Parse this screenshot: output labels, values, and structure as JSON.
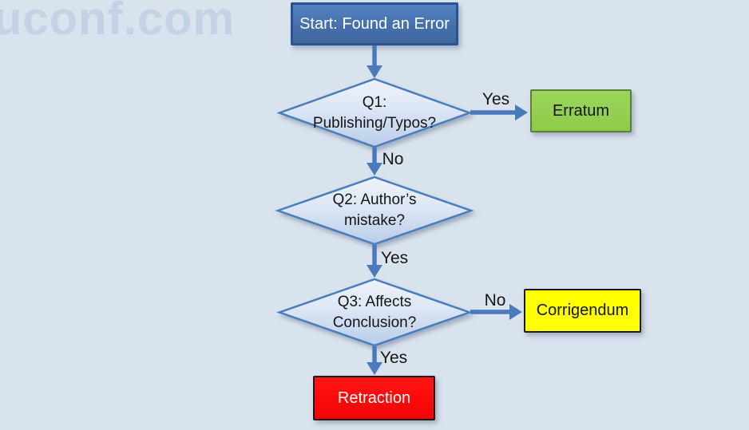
{
  "palette": {
    "background": "#d9e3ee",
    "watermark_color": "#c4d2e6",
    "arrow": "#4a79bc",
    "diamond_border": "#4a7ebb",
    "diamond_fill_top": "#eef3fb",
    "diamond_fill_bottom": "#b9cde9",
    "start_fill": "#4470ad",
    "start_border": "#2b5291",
    "erratum_fill": "#92d050",
    "erratum_border": "#5d8038",
    "corrigendum_fill": "#ffff00",
    "corrigendum_border": "#1a1a1a",
    "retraction_fill": "#f90303",
    "retraction_border": "#1a1a1a"
  },
  "watermark": {
    "text": "uconf.com"
  },
  "nodes": {
    "start": {
      "label": "Start: Found an Error"
    },
    "q1": {
      "label": "Q1:\nPublishing/Typos?"
    },
    "q2": {
      "label": "Q2: Author’s\nmistake?"
    },
    "q3": {
      "label": "Q3: Affects\nConclusion?"
    },
    "erratum": {
      "label": "Erratum"
    },
    "corrigendum": {
      "label": "Corrigendum"
    },
    "retraction": {
      "label": "Retraction"
    }
  },
  "edges": {
    "q1_yes": {
      "label": "Yes"
    },
    "q1_no": {
      "label": "No"
    },
    "q2_yes": {
      "label": "Yes"
    },
    "q3_no": {
      "label": "No"
    },
    "q3_yes": {
      "label": "Yes"
    }
  }
}
